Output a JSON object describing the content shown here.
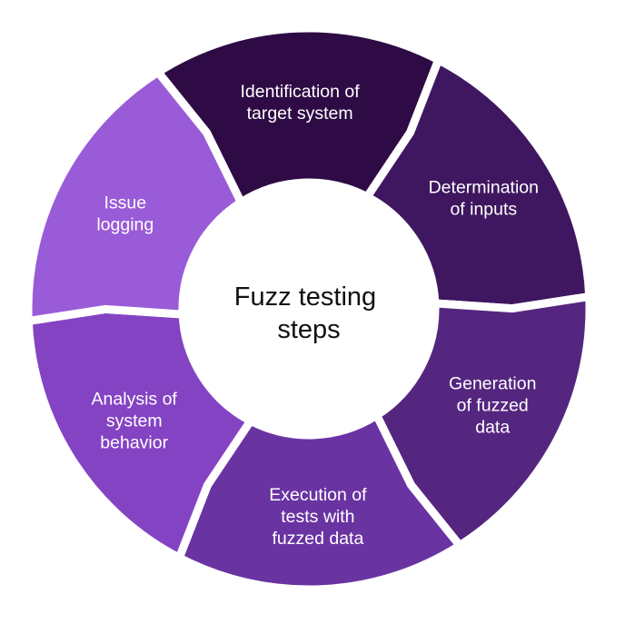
{
  "diagram": {
    "center_title_lines": [
      "Fuzz testing",
      "steps"
    ],
    "steps": [
      {
        "lines": [
          "Identification of",
          "target system"
        ],
        "color": "#2e0b45"
      },
      {
        "lines": [
          "Determination",
          "of inputs"
        ],
        "color": "#3f1760"
      },
      {
        "lines": [
          "Generation",
          "of fuzzed",
          "data"
        ],
        "color": "#55267f"
      },
      {
        "lines": [
          "Execution of",
          "tests with",
          "fuzzed data"
        ],
        "color": "#6a33a2"
      },
      {
        "lines": [
          "Analysis of",
          "system",
          "behavior"
        ],
        "color": "#8443c3"
      },
      {
        "lines": [
          "Issue",
          "logging"
        ],
        "color": "#9a5bd8"
      }
    ]
  }
}
